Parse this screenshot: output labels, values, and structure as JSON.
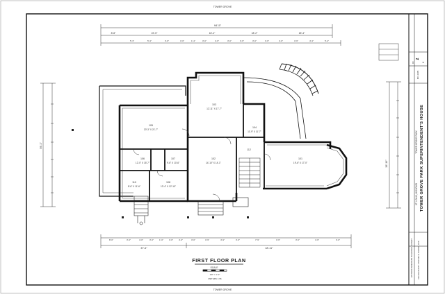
{
  "sheet": {
    "top_mark": "TOWER GROVE",
    "bottom_mark": "TOWER GROVE"
  },
  "dimensions": {
    "overall_top": "94'-5\"",
    "top_row": [
      "8'-8\"",
      "22'-5\"",
      "18'-4\"",
      "18'-2\"",
      "18'-4\""
    ],
    "top_row2": [
      "5'-3\"",
      "5'-3\"",
      "3'-9\"",
      "3'-0\"",
      "1'-4\"",
      "3'-0\"",
      "4'-6\"",
      "3'-0\"",
      "3'-6\"",
      "3'-0\"",
      "3'-6\"",
      "4'-0\"",
      "3'-6\"",
      "4'-3\"",
      "5'-4\""
    ],
    "bottom_row": [
      "8'-0\"",
      "3'-0\"",
      "4'-0\"",
      "3'-0\"",
      "1'-0\"",
      "3'-0\"",
      "4'-0\"",
      "3'-0\"",
      "3'-9\"",
      "4'-9\"",
      "3'-6\"",
      "7'-9\"",
      "3'-6\"",
      "3'-6\"",
      "4'-6\"",
      "3'-0\""
    ],
    "bottom_total_left": "37'-6\"",
    "bottom_total_right": "48'-11\"",
    "left_total": "59'-1\"",
    "right_total": "38'-10\""
  },
  "rooms": [
    {
      "number": "105",
      "size": "20'-3\" X 21'-7\""
    },
    {
      "number": "103",
      "size": "12'-11\" X 17'-7\""
    },
    {
      "number": "104",
      "size": "11'-9\" X 11'-7\""
    },
    {
      "number": "106",
      "size": "12'-0\" X 15'-7\""
    },
    {
      "number": "107",
      "size": "9'-6\" X 10'-6\""
    },
    {
      "number": "102",
      "size": "14'-10\" X 14'-1\""
    },
    {
      "number": "112",
      "size": ""
    },
    {
      "number": "101",
      "size": "19'-6\" X 17'-0\""
    },
    {
      "number": "110",
      "size": "8'-6\" X 11'-6\""
    },
    {
      "number": "108",
      "size": "13'-4\" X 12'-10\""
    }
  ],
  "plan": {
    "title": "FIRST FLOOR PLAN",
    "scale_label": "SCALE",
    "scale_note": "1/8\" = 1'-0\"",
    "scale_note2": "METERS 1:96"
  },
  "title_block": {
    "project_title": "TOWER GROVE PARK SUPERINTENDENT'S HOUSE",
    "subtitle": "TOWER GROVE PARK",
    "location": "ST. LOUIS, MISSOURI",
    "agency": "HISTORIC AMERICAN BUILDINGS SURVEY",
    "sheet_no": "2",
    "of": "OF",
    "total": "6",
    "survey_no": "MO-1905",
    "delineator": "DELINEATED BY: STEPHEN D. BOWER, 1978"
  }
}
